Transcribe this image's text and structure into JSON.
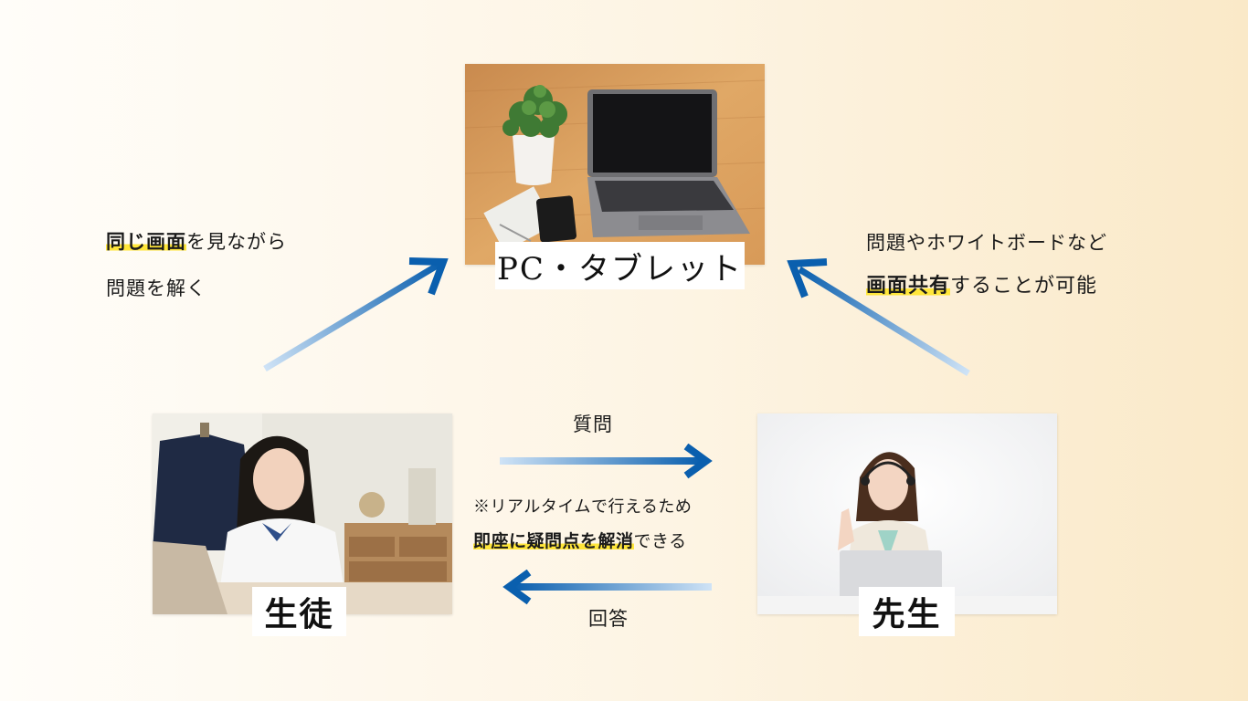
{
  "nodes": {
    "pc": "PC・タブレット",
    "student": "生徒",
    "teacher": "先生"
  },
  "notes": {
    "left_line1_highlight": "同じ画面",
    "left_line1_rest": "を見ながら",
    "left_line2": "問題を解く",
    "right_line1": "問題やホワイトボードなど",
    "right_line2_highlight": "画面共有",
    "right_line2_rest": "することが可能",
    "middle_line1": "※リアルタイムで行えるため",
    "middle_line2_highlight": "即座に疑問点を解消",
    "middle_line2_rest": "できる"
  },
  "flows": {
    "question": "質問",
    "answer": "回答"
  },
  "colors": {
    "arrow_dark": "#0a5fae",
    "arrow_light": "#cfe3f6",
    "highlight": "#ffe63a"
  }
}
